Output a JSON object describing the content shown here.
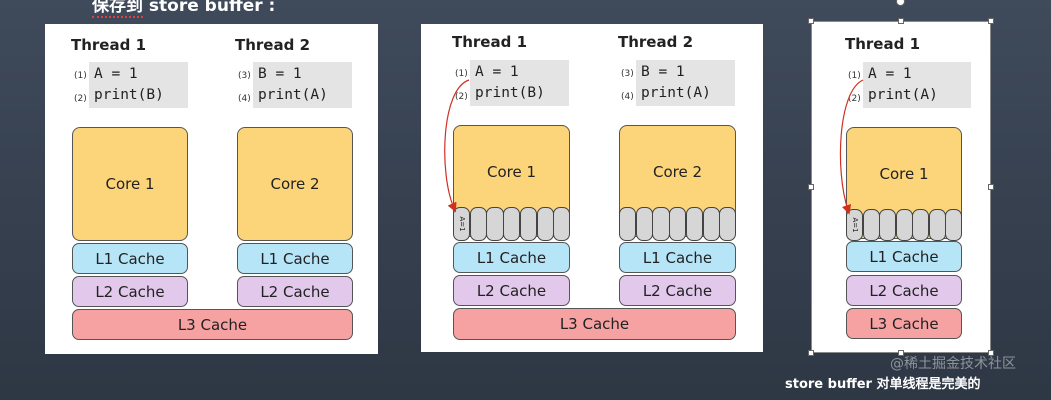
{
  "slide": {
    "title_underlined": "保存到",
    "title_rest": " store buffer :",
    "caption": "store buffer 对单线程是完美的",
    "watermark": "@稀土掘金技术社区"
  },
  "colors": {
    "core": "#fcd57a",
    "l1_cache": "#b6e5f8",
    "l2_cache": "#e2c9ec",
    "l3_cache": "#f6a2a2",
    "store_buffer": "#d6d6d6",
    "arrow": "#d03020"
  },
  "icons": {
    "selection_handles": "resize-handle-icon",
    "rotate": "rotate-handle-icon"
  },
  "diagrams": [
    {
      "threads": [
        {
          "label": "Thread 1",
          "steps": [
            "(1)",
            "(2)"
          ],
          "code": [
            "A = 1",
            "print(B)"
          ],
          "core": "Core 1",
          "l1": "L1 Cache",
          "l2": "L2 Cache"
        },
        {
          "label": "Thread 2",
          "steps": [
            "(3)",
            "(4)"
          ],
          "code": [
            "B = 1",
            "print(A)"
          ],
          "core": "Core 2",
          "l1": "L1 Cache",
          "l2": "L2 Cache"
        }
      ],
      "l3": "L3 Cache"
    },
    {
      "threads": [
        {
          "label": "Thread 1",
          "steps": [
            "(1)",
            "(2)"
          ],
          "code": [
            "A = 1",
            "print(B)"
          ],
          "core": "Core 1",
          "store_buffer_entry": "A=1",
          "l1": "L1 Cache",
          "l2": "L2 Cache"
        },
        {
          "label": "Thread 2",
          "steps": [
            "(3)",
            "(4)"
          ],
          "code": [
            "B = 1",
            "print(A)"
          ],
          "core": "Core 2",
          "l1": "L1 Cache",
          "l2": "L2 Cache"
        }
      ],
      "l3": "L3 Cache"
    },
    {
      "threads": [
        {
          "label": "Thread 1",
          "steps": [
            "(1)",
            "(2)"
          ],
          "code": [
            "A = 1",
            "print(A)"
          ],
          "core": "Core 1",
          "store_buffer_entry": "A=1",
          "l1": "L1 Cache",
          "l2": "L2 Cache",
          "l3": "L3 Cache"
        }
      ]
    }
  ]
}
